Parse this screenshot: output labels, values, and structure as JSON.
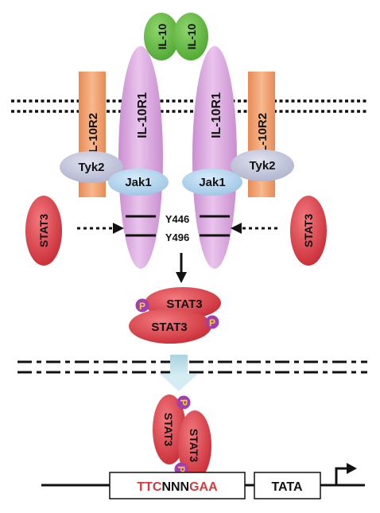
{
  "labels": {
    "il10_left": "IL-10",
    "il10_right": "IL-10",
    "il10r1_left": "IL-10R1",
    "il10r1_right": "IL-10R1",
    "il10r2_left": "IL-10R2",
    "il10r2_right": "IL-10R2",
    "tyk2_left": "Tyk2",
    "tyk2_right": "Tyk2",
    "jak1_left": "Jak1",
    "jak1_right": "Jak1",
    "stat3_left": "STAT3",
    "stat3_right": "STAT3",
    "y446": "Y446",
    "y496": "Y496",
    "dimer_top": "STAT3",
    "dimer_bottom": "STAT3",
    "nuclear_left": "STAT3",
    "nuclear_right": "STAT3",
    "phospho": "P"
  },
  "promoter": {
    "seg1": "TTC",
    "seg2": "NNN",
    "seg3": "GAA",
    "tata": "TATA"
  },
  "colors": {
    "il10": "#6cc24a",
    "il10r1": "#d9a6de",
    "il10r2": "#f0a070",
    "kinase": "#b8d8f0",
    "tyk2": "#c8cce0",
    "stat3": "#d83a42",
    "phospho": "#a040b0",
    "phospho_text": "#f2d232",
    "membrane": "#111111",
    "promoter_red": "#d63a3a",
    "nuclear_arrow": "#b9dde6"
  }
}
